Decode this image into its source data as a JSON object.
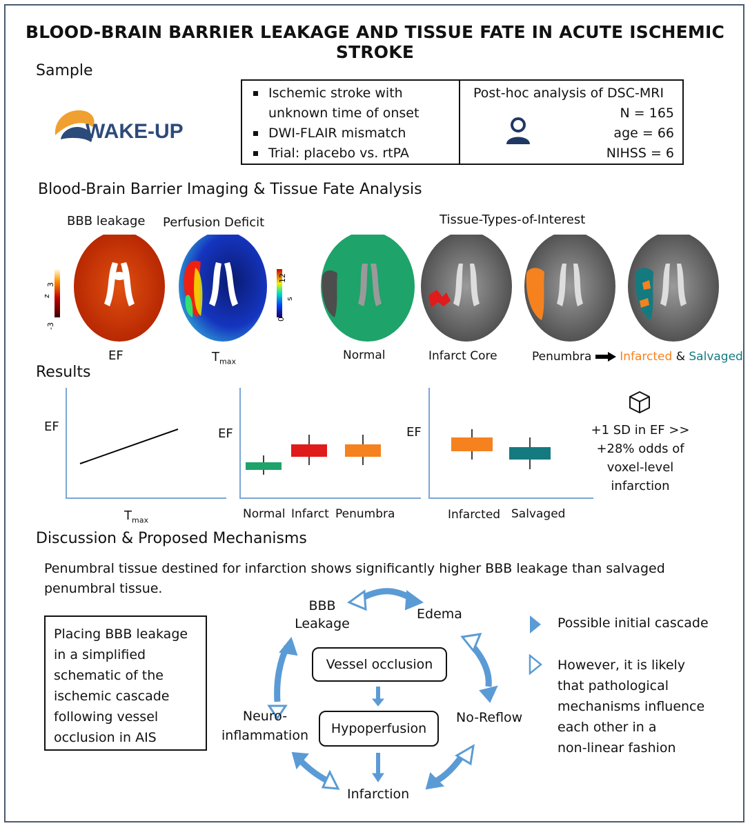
{
  "title": "BLOOD-BRAIN BARRIER LEAKAGE AND TISSUE FATE IN ACUTE ISCHEMIC STROKE",
  "sample": {
    "heading": "Sample",
    "logo_text": "WAKE-UP",
    "criteria": [
      "Ischemic stroke with",
      "unknown time of onset",
      "DWI-FLAIR mismatch",
      "Trial: placebo vs. rtPA"
    ],
    "analysis_title": "Post-hoc analysis of DSC-MRI",
    "n": "N = 165",
    "age": "age = 66",
    "nihss": "NIHSS =   6"
  },
  "imaging": {
    "heading": "Blood-Brain Barrier Imaging & Tissue Fate Analysis",
    "bbb_label": "BBB leakage",
    "perf_label": "Perfusion Deficit",
    "tissue_label": "Tissue-Types-of-Interest",
    "ef_caption": "EF",
    "tmax_caption": "T",
    "tmax_sub": "max",
    "z_label": "z",
    "z_max": "3",
    "z_min": "-3",
    "s_label": "s",
    "s_max": "12",
    "s_min": "0",
    "normal_caption": "Normal",
    "core_caption": "Infarct Core",
    "penumbra_caption": "Penumbra",
    "infarcted_word": "Infarcted",
    "amp": "&",
    "salvaged_word": "Salvaged"
  },
  "results": {
    "heading": "Results",
    "plot1_y": "EF",
    "plot1_x": "T",
    "plot1_x_sub": "max",
    "plot2_y": "EF",
    "plot2_categories": [
      "Normal",
      "Infarct",
      "Penumbra"
    ],
    "plot3_y": "EF",
    "plot3_categories": [
      "Infarcted",
      "Salvaged"
    ],
    "finding": [
      "+1 SD in EF >>",
      "+28% odds of",
      "voxel-level",
      "infarction"
    ]
  },
  "discussion": {
    "heading": "Discussion & Proposed Mechanisms",
    "text": "Penumbral tissue destined for infarction shows significantly higher BBB leakage than salvaged",
    "text2": "penumbral tissue.",
    "box_lines": [
      "Placing BBB leakage",
      "in a simplified",
      "schematic of the",
      "ischemic cascade",
      "following vessel",
      "occlusion in AIS"
    ],
    "nodes": {
      "bbb1": "BBB",
      "bbb2": "Leakage",
      "edema": "Edema",
      "noreflow": "No-Reflow",
      "infarction": "Infarction",
      "neuro1": "Neuro-",
      "neuro2": "inflammation",
      "vessel": "Vessel occlusion",
      "hypo": "Hypoperfusion"
    },
    "legend_filled": "Possible initial cascade",
    "legend_open": [
      "However, it is likely",
      "that pathological",
      "mechanisms influence",
      "each other in a",
      "non-linear fashion"
    ]
  },
  "colors": {
    "arrow_blue": "#5b9bd5",
    "logo_orange": "#f0a030",
    "logo_navy": "#2c4a7a",
    "normal_green": "#1ea36a",
    "infarct_red": "#e01b1b",
    "penumbra_orange": "#f5821f",
    "salvaged_teal": "#157a80",
    "axis_blue": "#7aa6d4",
    "person_navy": "#1f3864"
  }
}
